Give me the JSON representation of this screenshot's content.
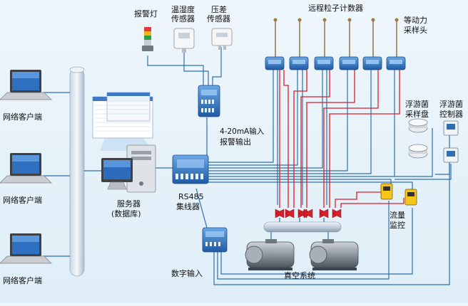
{
  "labels": {
    "client_1": "网络客户端",
    "client_2": "网络客户端",
    "client_3": "网络客户端",
    "alarm_light": "报警灯",
    "temp_humidity_line1": "温湿度",
    "temp_humidity_line2": "传感器",
    "pressure_line1": "压差",
    "pressure_line2": "传感器",
    "remote_counters": "远程粒子计数器",
    "iso_sampler_line1": "等动力",
    "iso_sampler_line2": "采样头",
    "analog_io_line1": "4-20mA输入",
    "analog_io_line2": "报警输出",
    "server_line1": "服务器",
    "server_line2": "(数据库)",
    "hub_line1": "RS485",
    "hub_line2": "集线器",
    "plankton_dish_line1": "浮游菌",
    "plankton_dish_line2": "采样盘",
    "plankton_ctrl_line1": "浮游菌",
    "plankton_ctrl_line2": "控制器",
    "flow_line1": "流量",
    "flow_line2": "监控",
    "digital_input": "数字输入",
    "vacuum_system": "真空系统"
  },
  "colors": {
    "blue_line": "#2f6fb0",
    "red_line": "#d8202a",
    "device_blue": "#3a78c9",
    "pipe": "#9fb3c8",
    "background": "#e6f1f9"
  }
}
